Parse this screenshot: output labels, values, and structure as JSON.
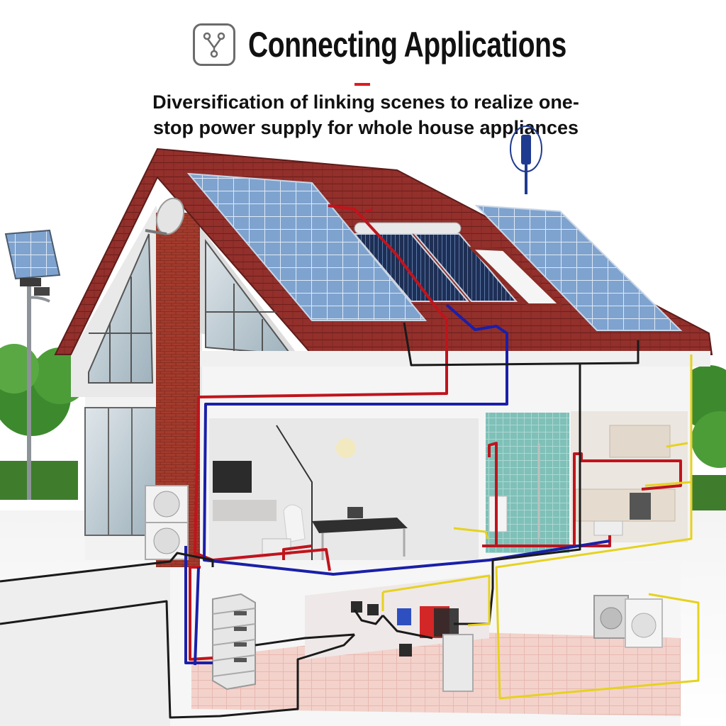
{
  "header": {
    "icon": "fork-connection-icon",
    "title": "Connecting Applications",
    "subtitle_line1": "Diversification of linking scenes to realize one-",
    "subtitle_line2": "stop power supply for whole house appliances",
    "accent_color": "#e01b22"
  },
  "colors": {
    "hot_water_pipe": "#c0141c",
    "cold_water_pipe": "#1a1fa8",
    "power_cable": "#1a1a1a",
    "ac_circuit": "#e6d21e",
    "roof": "#8e2a28",
    "brick": "#a33a2c"
  }
}
